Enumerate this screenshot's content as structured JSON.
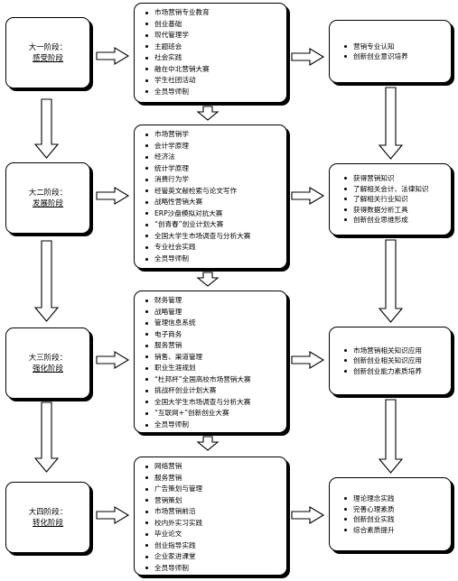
{
  "stages": [
    {
      "title": "大一阶段：",
      "subtitle": "感受阶段",
      "courses": [
        "市场营销专业教育",
        "创业基础",
        "现代管理学",
        "主题班会",
        "社会实践",
        "融在中北营销大赛",
        "学生社团活动",
        "全员导师制"
      ],
      "outcomes": [
        "营销专业认知",
        "创新创业意识培养"
      ]
    },
    {
      "title": "大二阶段：",
      "subtitle": "发展阶段",
      "courses": [
        "市场营销学",
        "会计学原理",
        "经济法",
        "统计学原理",
        "消费行为学",
        "经管英文献检索与论文写作",
        "战略性营销大赛",
        "ERP沙盘模拟对抗大赛",
        "“创青春”创业计划大赛",
        "全国大学生市场调查与分析大赛",
        "专业社会实践",
        "全员导师制"
      ],
      "outcomes": [
        "获得营销知识",
        "了解相关会计、法律知识",
        "了解相关行业知识",
        "获得数据分析工具",
        "创新创业思维形成"
      ]
    },
    {
      "title": "大三阶段：",
      "subtitle": "强化阶段",
      "courses": [
        "财务管理",
        "战略管理",
        "管理信息系统",
        "电子商务",
        "服务营销",
        "销售、渠道管理",
        "职业生涯规划",
        "“杜邦杯”全国高校市场营销大赛",
        "挑战杯创业计划大赛",
        "全国大学生市场调查与分析大赛",
        "“互联网+”创新创业大赛",
        "全员导师制"
      ],
      "outcomes": [
        "市场营销相关知识应用",
        "创新创业相关知识应用",
        "创新创业能力素质培养"
      ]
    },
    {
      "title": "大四阶段：",
      "subtitle": "转化阶段",
      "courses": [
        "网络营销",
        "服务营销",
        "广告策划与管理",
        "营销策划",
        "市场营销前沿",
        "校内外实习实践",
        "毕业论文",
        "创业指导实践",
        "企业家进课堂",
        "全员导师制"
      ],
      "outcomes": [
        "理论理念实践",
        "完善心理素质",
        "创新创业实践",
        "综合素质提升"
      ]
    }
  ]
}
